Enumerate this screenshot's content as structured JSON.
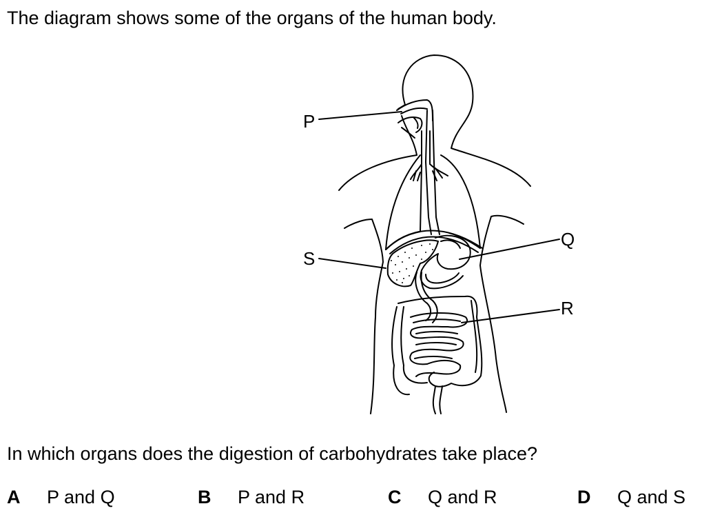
{
  "stem": "The diagram shows some of the organs of the human body.",
  "question": "In which organs does the digestion of carbohydrates take place?",
  "labels": {
    "p": "P",
    "q": "Q",
    "r": "R",
    "s": "S"
  },
  "options": [
    {
      "letter": "A",
      "text": "P and Q"
    },
    {
      "letter": "B",
      "text": "P and R"
    },
    {
      "letter": "C",
      "text": "Q and R"
    },
    {
      "letter": "D",
      "text": "Q and S"
    }
  ]
}
